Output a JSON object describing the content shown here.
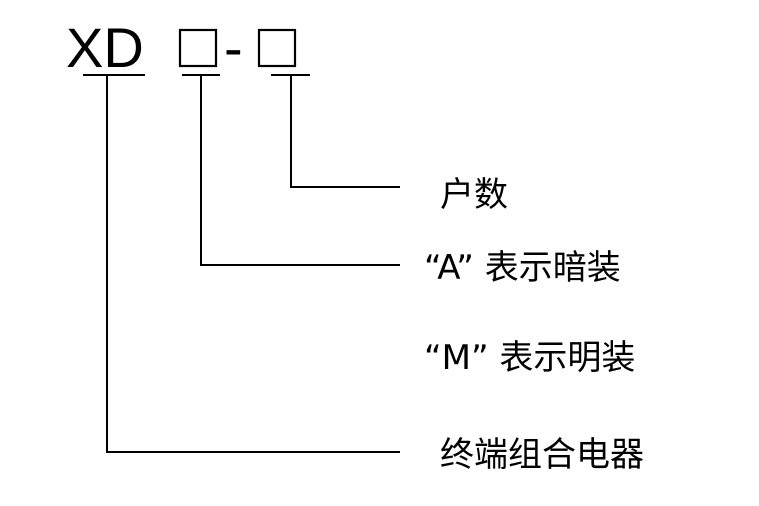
{
  "code": {
    "prefix": "XD",
    "separator": "-"
  },
  "labels": {
    "households": "户数",
    "concealed": "“A” 表示暗装",
    "surface": "“M” 表示明装",
    "product": "终端组合电器"
  }
}
